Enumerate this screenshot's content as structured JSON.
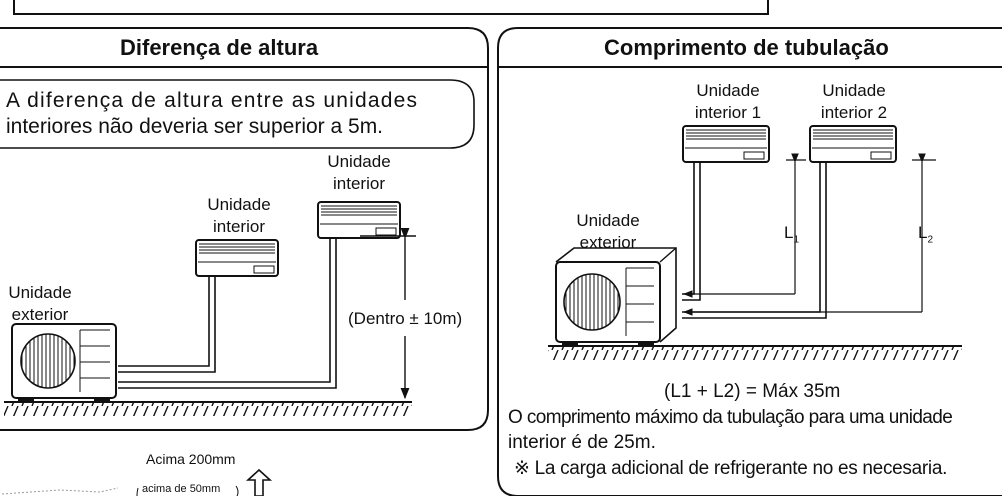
{
  "left_panel": {
    "title": "Diferença de altura",
    "note_line1": "A diferença de altura entre as unidades",
    "note_line2": "interiores não deveria ser superior a 5m.",
    "unit_high_l1": "Unidade",
    "unit_high_l2": "interior",
    "unit_mid_l1": "Unidade",
    "unit_mid_l2": "interior",
    "outdoor_l1": "Unidade",
    "outdoor_l2": "exterior",
    "dimension": "(Dentro ± 10m)"
  },
  "right_panel": {
    "title": "Comprimento de tubulação",
    "indoor1_l1": "Unidade",
    "indoor1_l2": "interior 1",
    "indoor2_l1": "Unidade",
    "indoor2_l2": "interior 2",
    "outdoor_l1": "Unidade",
    "outdoor_l2": "exterior",
    "l1_main": "L",
    "l1_sub": "1",
    "l2_main": "L",
    "l2_sub": "2",
    "formula": "(L1 + L2) = Máx 35m",
    "note_line1": "O comprimento máximo da tubulação para uma unidade",
    "note_line2": "interior é de 25m.",
    "note_line3": "※ La carga adicional de refrigerante no es necesaria."
  },
  "bottom_left": {
    "above_label": "Acima 200mm",
    "above_small": "acima de 50mm"
  }
}
